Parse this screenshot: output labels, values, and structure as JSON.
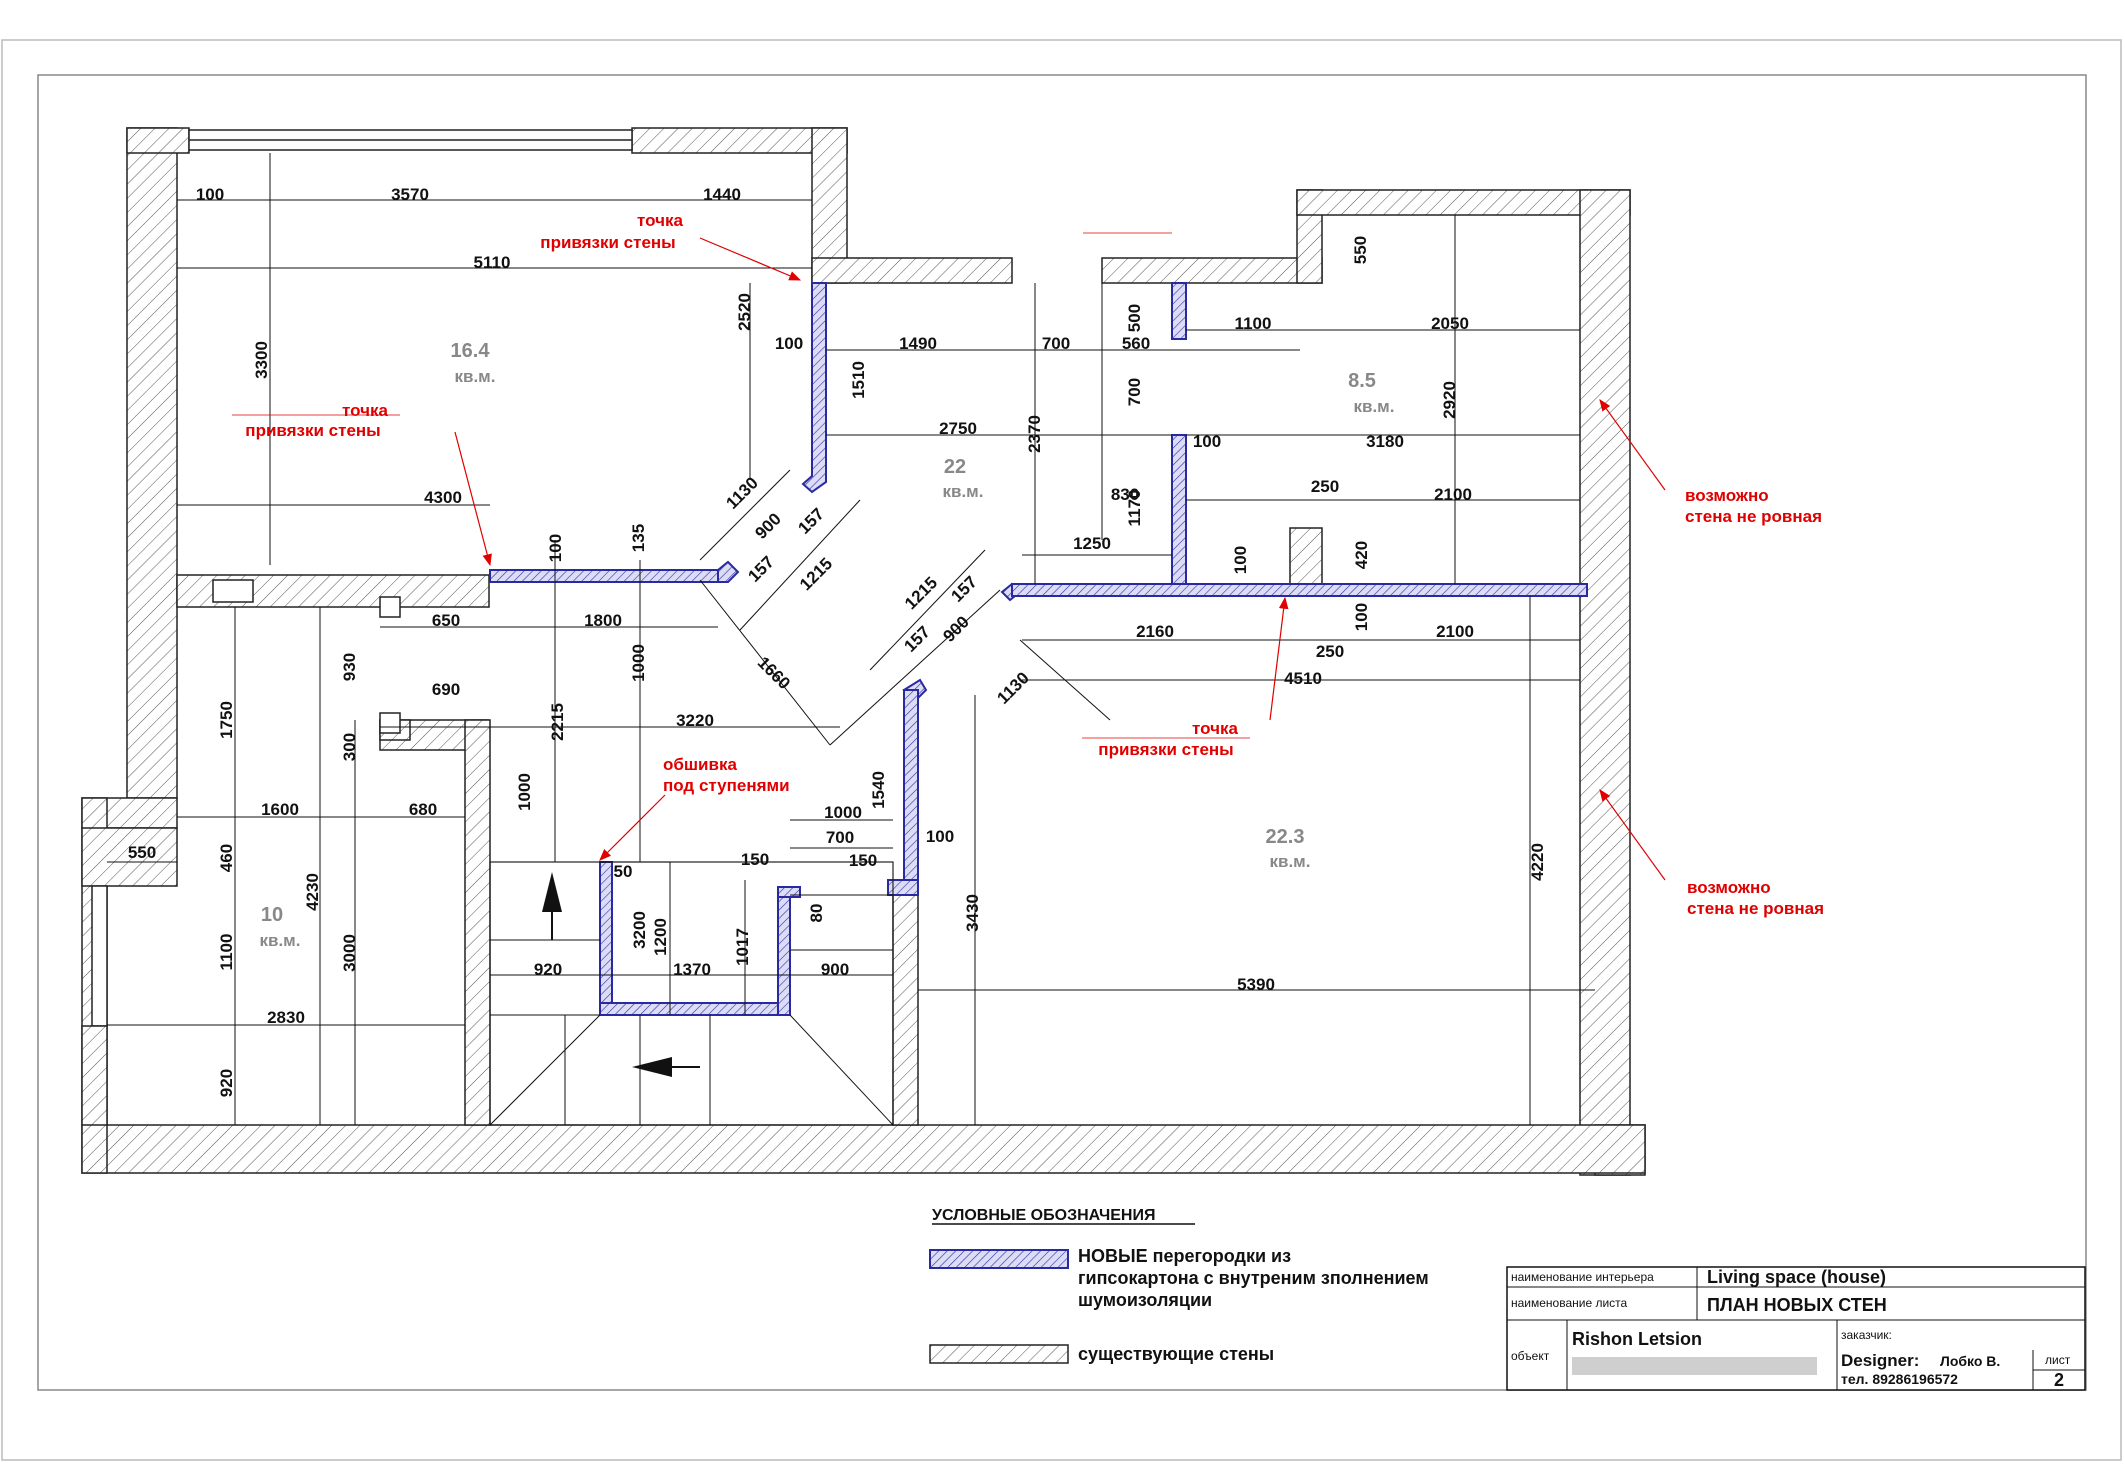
{
  "rooms": [
    {
      "area": "16.4",
      "unit": "кв.м."
    },
    {
      "area": "22",
      "unit": "кв.м."
    },
    {
      "area": "8.5",
      "unit": "кв.м."
    },
    {
      "area": "10",
      "unit": "кв.м."
    },
    {
      "area": "22.3",
      "unit": "кв.м."
    }
  ],
  "notes": {
    "anchor_line1": "точка",
    "anchor_line2": "привязки стены",
    "uneven_line1": "возможно",
    "uneven_line2": "стена не ровная",
    "stairs_line1": "обшивка",
    "stairs_line2": "под ступенями"
  },
  "dimensions": [
    "100",
    "3570",
    "1440",
    "5110",
    "2520",
    "3300",
    "100",
    "1490",
    "700",
    "560",
    "500",
    "1100",
    "2050",
    "550",
    "1510",
    "2750",
    "2370",
    "700",
    "100",
    "3180",
    "2920",
    "4300",
    "1130",
    "900",
    "157",
    "157",
    "1215",
    "830",
    "250",
    "2100",
    "1170",
    "1250",
    "100",
    "420",
    "100",
    "135",
    "1215",
    "157",
    "157",
    "900",
    "2160",
    "100",
    "2100",
    "250",
    "4510",
    "650",
    "1800",
    "1660",
    "1000",
    "930",
    "1750",
    "690",
    "3220",
    "2215",
    "300",
    "1130",
    "1600",
    "680",
    "1000",
    "1540",
    "1000",
    "700",
    "150",
    "150",
    "100",
    "550",
    "460",
    "50",
    "80",
    "4230",
    "3200",
    "1200",
    "1017",
    "3430",
    "4220",
    "920",
    "1370",
    "900",
    "1100",
    "3000",
    "2830",
    "5390",
    "920"
  ],
  "legend": {
    "title": "УСЛОВНЫЕ ОБОЗНАЧЕНИЯ",
    "new_walls_bold": "НОВЫЕ",
    "new_walls_rest": " перегородки из",
    "new_walls_line2": "гипсокартона с внутреним зполнением",
    "new_walls_line3": "шумоизоляции",
    "existing_walls": "существующие стены"
  },
  "title_block": {
    "interior_label": "наименование интерьера",
    "interior_value": "Living space (house)",
    "sheet_name_label": "наименование листа",
    "sheet_name_value": "ПЛАН НОВЫХ СТЕН",
    "object_label": "объект",
    "object_value": "Rishon Letsion",
    "customer_label": "заказчик:",
    "designer_label": "Designer:",
    "designer_value": "Лобко В.",
    "phone": "тел. 89286196572",
    "sheet_label": "лист",
    "sheet_number": "2"
  }
}
